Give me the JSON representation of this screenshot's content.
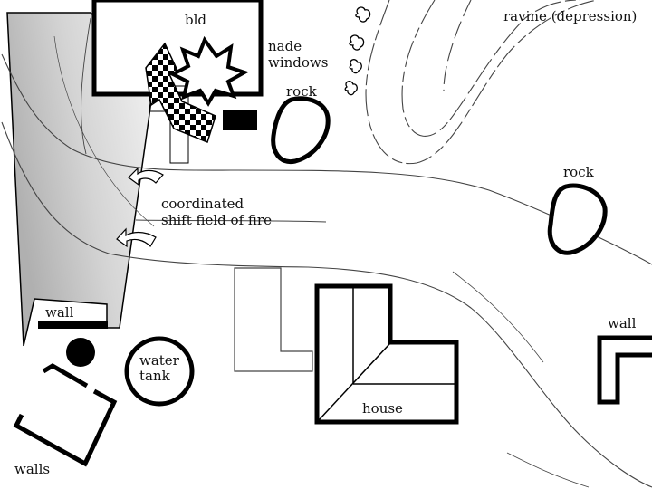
{
  "labels": {
    "bld": "bld",
    "nade_line1": "nade",
    "nade_line2": "windows",
    "rock_left": "rock",
    "rock_right": "rock",
    "ravine": "ravine (depression)",
    "coord_line1": "coordinated",
    "coord_line2": "shift field of fire",
    "wall_left": "wall",
    "wall_right": "wall",
    "water_line1": "water",
    "water_line2": "tank",
    "house": "house",
    "walls": "walls"
  },
  "colors": {
    "ink": "#000000",
    "road_line": "#555555",
    "shade_light": "#f2f2f2",
    "shade_dark": "#b5b5b5"
  },
  "icons": {
    "explosion": "explosion-icon",
    "grenade_trajectory": "checkered-arrow-icon",
    "fire_shift": "curved-arrow-icon"
  }
}
